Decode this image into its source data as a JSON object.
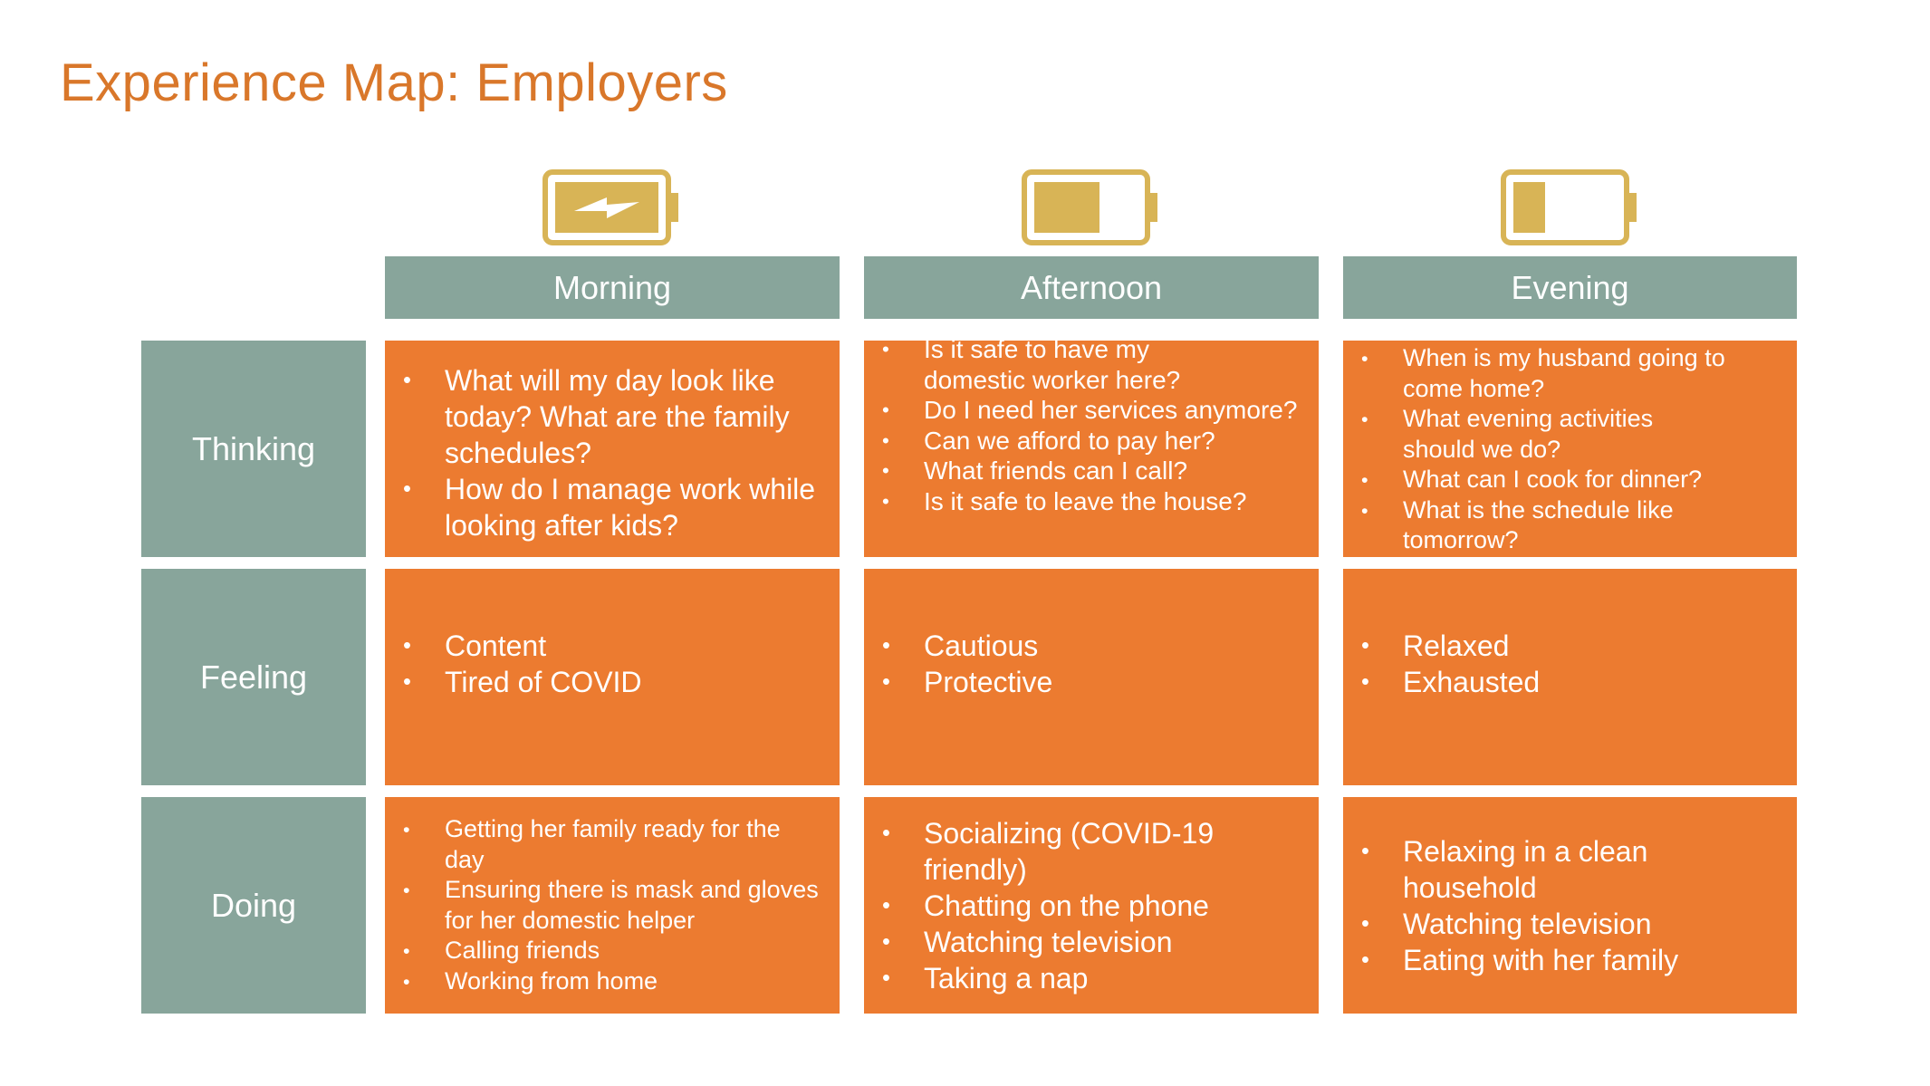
{
  "title": "Experience Map: Employers",
  "colors": {
    "title": "#d9772a",
    "header_bg": "#88a59b",
    "cell_bg": "#ec7b30",
    "battery": "#d8b456"
  },
  "columns": [
    {
      "label": "Morning",
      "battery_icon": "battery-charging-icon",
      "battery_level": 1.0
    },
    {
      "label": "Afternoon",
      "battery_icon": "battery-half-icon",
      "battery_level": 0.5
    },
    {
      "label": "Evening",
      "battery_icon": "battery-low-icon",
      "battery_level": 0.2
    }
  ],
  "rows": [
    {
      "label": "Thinking",
      "cells": [
        [
          "What will my day look like today? What are the family schedules?",
          "How do I manage work while looking after kids?"
        ],
        [
          "Is it safe to have my domestic worker here?",
          "Do I need her services anymore?",
          "Can we afford to pay her?",
          "What friends can I call?",
          "Is it safe to leave the house?"
        ],
        [
          "When is my husband going to come home?",
          "What evening activities should we do?",
          "What can I cook for dinner?",
          "What is the schedule like tomorrow?"
        ]
      ]
    },
    {
      "label": "Feeling",
      "cells": [
        [
          "Content",
          "Tired of COVID"
        ],
        [
          "Cautious",
          "Protective"
        ],
        [
          "Relaxed",
          "Exhausted"
        ]
      ]
    },
    {
      "label": "Doing",
      "cells": [
        [
          "Getting her family ready for the day",
          "Ensuring there is mask and gloves for her domestic helper",
          "Calling friends",
          "Working from home"
        ],
        [
          "Socializing (COVID-19 friendly)",
          "Chatting on the phone",
          "Watching television",
          "Taking a nap"
        ],
        [
          "Relaxing in a clean household",
          "Watching television",
          "Eating with her family"
        ]
      ]
    }
  ]
}
